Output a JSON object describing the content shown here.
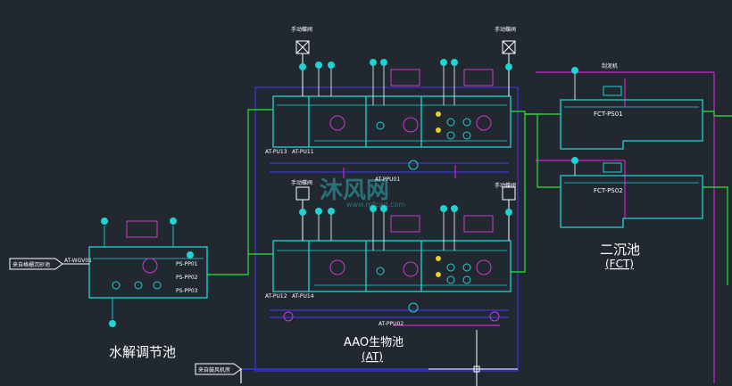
{
  "colors": {
    "background": "#212830",
    "tank": "#1fd3d3",
    "pipe_green": "#22cc33",
    "pipe_blue": "#3a35e0",
    "pipe_magenta": "#d21fd2",
    "instrument": "#c83cc8",
    "text": "#ffffff",
    "valve": "#27c6c6",
    "watermark": "#2e8a92"
  },
  "labels": {
    "hydrolysis_title": "水解调节池",
    "aao_title": "AAO生物池",
    "aao_sub": "(AT)",
    "fct_title": "二沉池",
    "fct_sub": "(FCT)",
    "at_wgv01": "AT-WGV01",
    "ps_pp01": "PS-PP01",
    "ps_pp02": "PS-PP02",
    "ps_pp03": "PS-PP03",
    "at_pu13": "AT-PU13",
    "at_pu11": "AT-PU11",
    "at_pu12": "AT-PU12",
    "at_pu14": "AT-PU14",
    "at_ppu01": "AT-PPU01",
    "at_ppu02": "AT-PPU02",
    "fct_ps01": "FCT-PS01",
    "fct_ps02": "FCT-PS02",
    "inlet_left": "来自格栅沉砂池",
    "inlet_bottom": "来自鼓风机房",
    "valve_top1": "手动蝶阀",
    "valve_top2": "手动蝶阀",
    "valve_mid1": "手动蝶阀",
    "valve_mid2": "手动蝶阀",
    "scraper": "刮泥机",
    "watermark": "沐风网",
    "watermark_url": "www.mfcad.com"
  }
}
